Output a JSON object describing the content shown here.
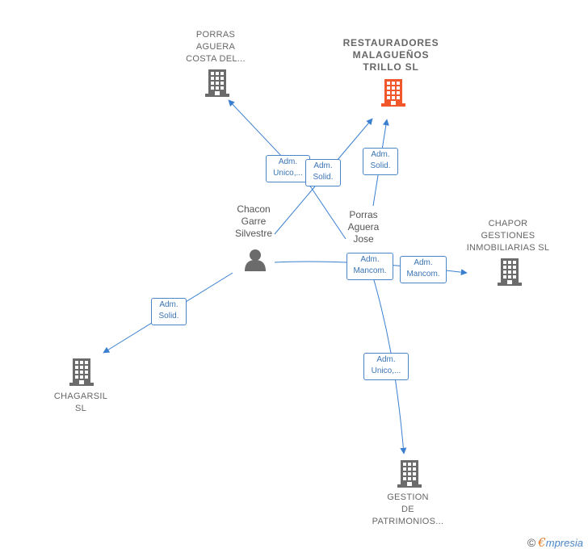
{
  "nodes": {
    "porras_aguera_costa": {
      "lines": [
        "PORRAS",
        "AGUERA",
        "COSTA DEL..."
      ]
    },
    "restauradores": {
      "lines": [
        "RESTAURADORES",
        "MALAGUEÑOS",
        "TRILLO  SL"
      ]
    },
    "chapor": {
      "lines": [
        "CHAPOR",
        "GESTIONES",
        "INMOBILIARIAS SL"
      ]
    },
    "chagarsil": {
      "lines": [
        "CHAGARSIL",
        "SL"
      ]
    },
    "gestion": {
      "lines": [
        "GESTION",
        "DE",
        "PATRIMONIOS..."
      ]
    }
  },
  "people": {
    "chacon": {
      "lines": [
        "Chacon",
        "Garre",
        "Silvestre"
      ]
    },
    "porras_jose": {
      "lines": [
        "Porras",
        "Aguera",
        "Jose"
      ]
    }
  },
  "edges": {
    "chacon_porras_costa": [
      "Adm.",
      "Unico,..."
    ],
    "chacon_restauradores": [
      "Adm.",
      "Solid."
    ],
    "jose_restauradores": [
      "Adm.",
      "Solid."
    ],
    "chacon_chagarsil": [
      "Adm.",
      "Solid."
    ],
    "chacon_chapor": [
      "Adm.",
      "Mancom."
    ],
    "jose_chapor": [
      "Adm.",
      "Mancom."
    ],
    "jose_gestion": [
      "Adm.",
      "Unico,..."
    ]
  },
  "colors": {
    "edge": "#3a7fd0",
    "company": "#6b6b6b",
    "highlight": "#f2572c",
    "person": "#6b6b6b"
  },
  "footer": {
    "copyright": "©",
    "brand_initial": "€",
    "brand_rest": "mpresia"
  }
}
